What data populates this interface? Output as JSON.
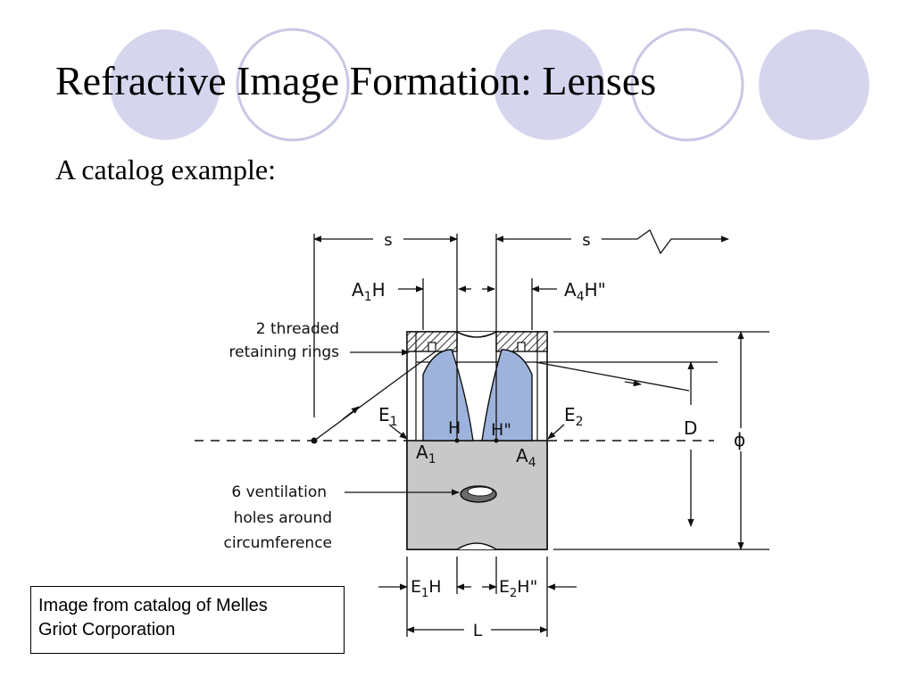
{
  "slide": {
    "title": "Refractive Image Formation: Lenses",
    "subtitle": "A catalog example:",
    "caption_line1": "Image from catalog of Melles",
    "caption_line2": "Griot Corporation"
  },
  "diagram": {
    "labels": {
      "s_left": "s",
      "s_right": "s",
      "a1h": "A",
      "a1h_sub": "1",
      "a1h_tail": "H",
      "a4h": "A",
      "a4h_sub": "4",
      "a4h_tail": "H\"",
      "rings_line1": "2 threaded",
      "rings_line2": "retaining rings",
      "e1": "E",
      "e1_sub": "1",
      "e2": "E",
      "e2_sub": "2",
      "h": "H",
      "h2": "H\"",
      "a1": "A",
      "a1_sub": "1",
      "a4": "A",
      "a4_sub": "4",
      "d": "D",
      "phi": "ϕ",
      "vent_line1": "6 ventilation",
      "vent_line2": "holes around",
      "vent_line3": "circumference",
      "e1h": "E",
      "e1h_sub": "1",
      "e1h_tail": "H",
      "e2h": "E",
      "e2h_sub": "2",
      "e2h_tail": "H\"",
      "l": "L"
    }
  },
  "colors": {
    "circle_fill": "#d5d5ee",
    "circle_stroke": "#c8c8e6",
    "lens_fill": "#9eb3dc",
    "housing_gray": "#c8c8c8"
  }
}
